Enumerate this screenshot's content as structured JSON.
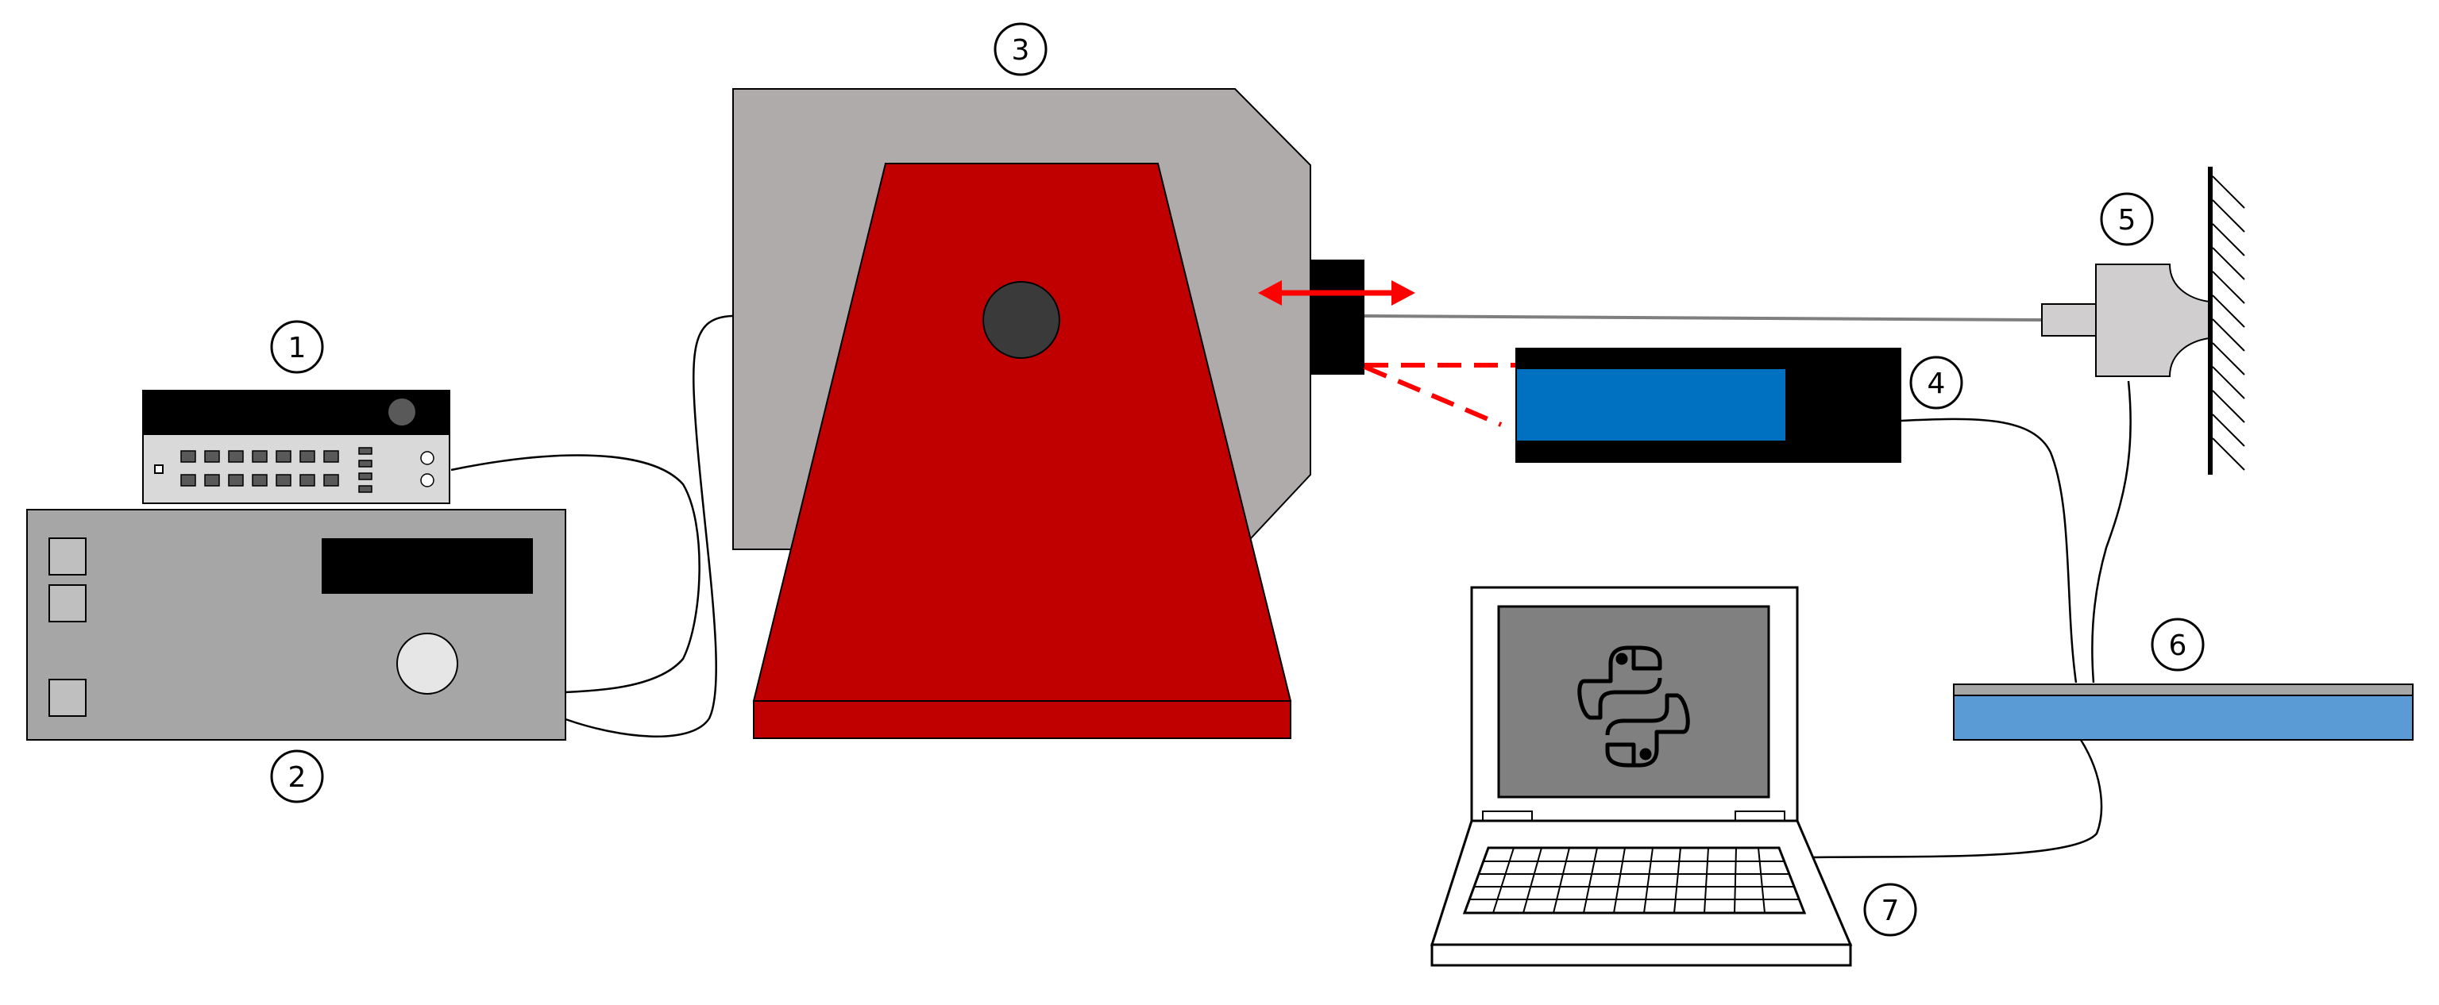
{
  "labels": {
    "n1": "1",
    "n2": "2",
    "n3": "3",
    "n4": "4",
    "n5": "5",
    "n6": "6",
    "n7": "7"
  },
  "colors": {
    "shaker_body": "#afabab",
    "shaker_base": "#c00000",
    "generator_panel": "#d9d9d9",
    "amplifier_body": "#a6a6a6",
    "sensor_blue": "#0070c0",
    "daq_blue": "#5b9bd5",
    "accent_red": "#ff0000",
    "screen_gray": "#808080"
  },
  "icons": {
    "laptop_screen_logo": "python-logo-icon",
    "excitation_arrow": "double-arrow-icon"
  }
}
